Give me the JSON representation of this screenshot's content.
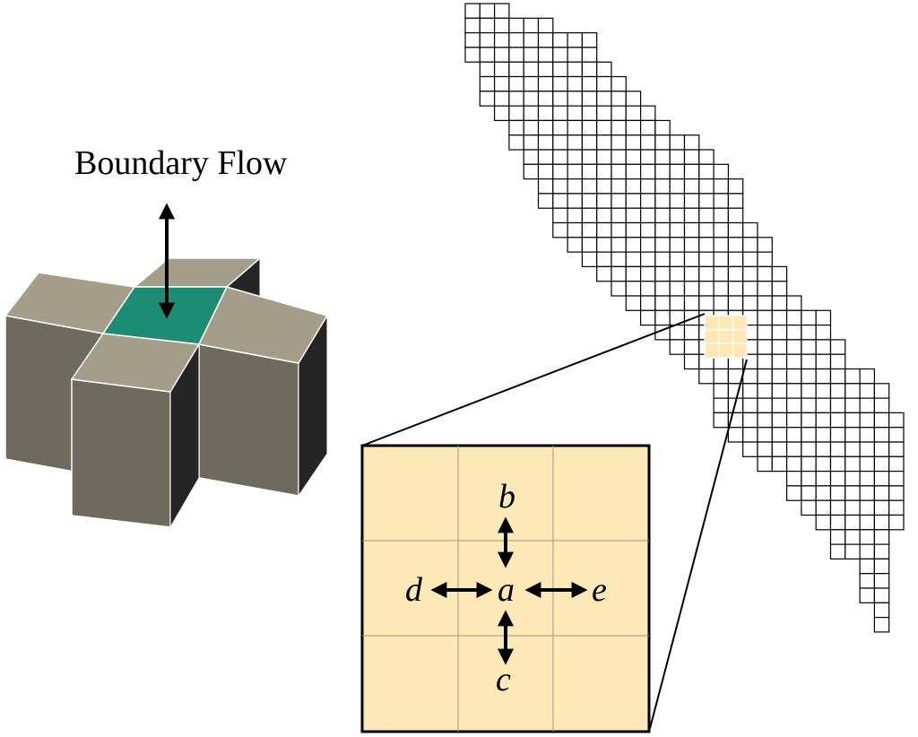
{
  "boundary_label": "Boundary Flow",
  "cell_labels": {
    "center": "a",
    "top": "b",
    "bottom": "c",
    "left": "d",
    "right": "e"
  },
  "colors": {
    "block_top": "#a39d8a",
    "block_front": "#6e6a5e",
    "block_side": "#252525",
    "center_cell": "#1c8c74",
    "highlight_fill": "#fde8b8",
    "grid_line": "#000000",
    "zoom_inner_line": "#a89a78"
  },
  "icons": [
    "double-arrow-vertical-icon",
    "double-arrow-horizontal-icon"
  ]
}
